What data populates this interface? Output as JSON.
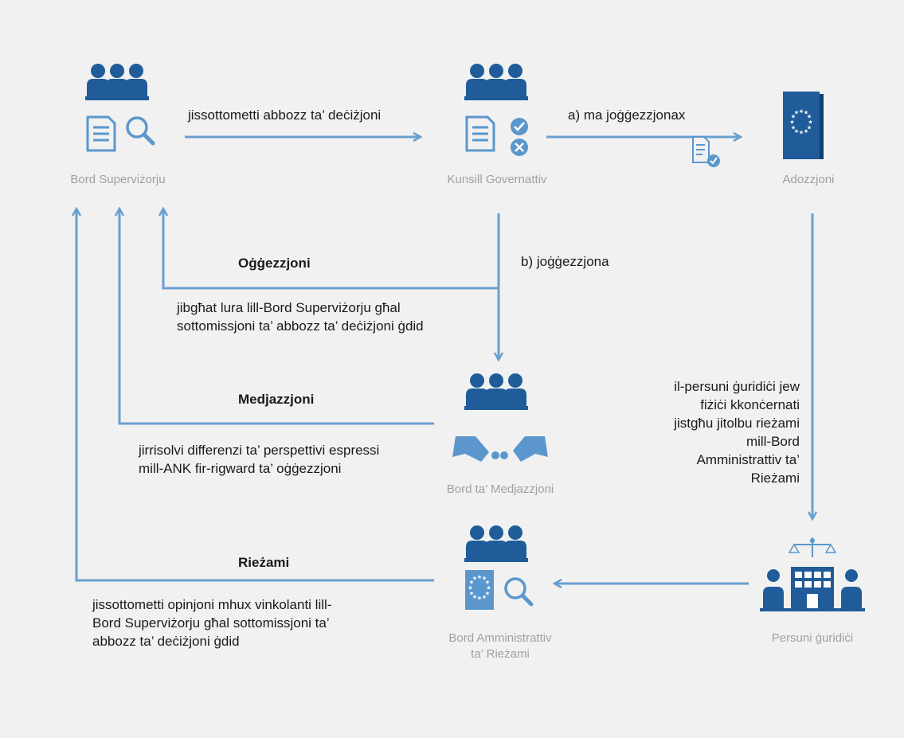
{
  "nodes": {
    "supervisory_board": "Bord Superviżorju",
    "governing_council": "Kunsill Governattiv",
    "adoption": "Adozzjoni",
    "mediation_panel": "Bord ta’ Medjazzjoni",
    "review_board_line1": "Bord Amministrattiv",
    "review_board_line2": "ta’ Rieżami",
    "legal_person": "Persuni ġuridiċi"
  },
  "edges": {
    "submit_draft": "jissottometti abbozz ta’ deċiżjoni",
    "no_objection": "a) ma joġġezzjonax",
    "objection": "b) joġġezzjona",
    "objection_title": "Oġġezzjoni",
    "objection_desc": [
      "jibgħat lura lill-Bord Superviżorju għal",
      "sottomissjoni ta’ abbozz ta’ deċiżjoni ġdid"
    ],
    "mediation_title": "Medjazzjoni",
    "mediation_desc": [
      "jirrisolvi differenzi ta’ perspettivi espressi",
      "mill-ANK fir-rigward ta’ oġġezzjoni"
    ],
    "review_title": "Rieżami",
    "review_desc": [
      "jissottometti opinjoni mhux vinkolanti lill-",
      "Bord Superviżorju għal sottomissjoni ta’",
      "abbozz ta’ deċiżjoni ġdid"
    ],
    "legal_request": [
      "il-persuni ġuridiċi jew",
      "fiżiċi kkonċernati",
      "jistgħu jitolbu rieżami",
      "mill-Bord",
      "Amministrattiv ta’",
      "Rieżami"
    ]
  },
  "colors": {
    "icon_dark": "#1f5c99",
    "icon_light": "#5b97cc",
    "arrow": "#6a9fd0",
    "background": "#f1f1f1",
    "node_label": "#a0a0a0",
    "text": "#1a1a1a"
  }
}
